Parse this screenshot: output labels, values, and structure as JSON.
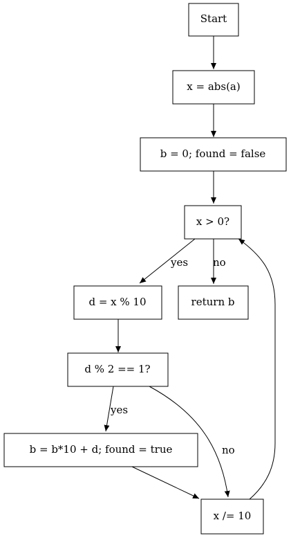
{
  "flowchart": {
    "nodes": {
      "start": "Start",
      "init_x": "x = abs(a)",
      "init_b": "b = 0; found = false",
      "loop_cond": "x > 0?",
      "get_digit": "d = x % 10",
      "return_b": "return b",
      "odd_check": "d % 2 == 1?",
      "append_digit": "b = b*10 + d; found = true",
      "divide_x": "x /= 10"
    },
    "edge_labels": {
      "loop_yes": "yes",
      "loop_no": "no",
      "odd_yes": "yes",
      "odd_no": "no"
    }
  }
}
